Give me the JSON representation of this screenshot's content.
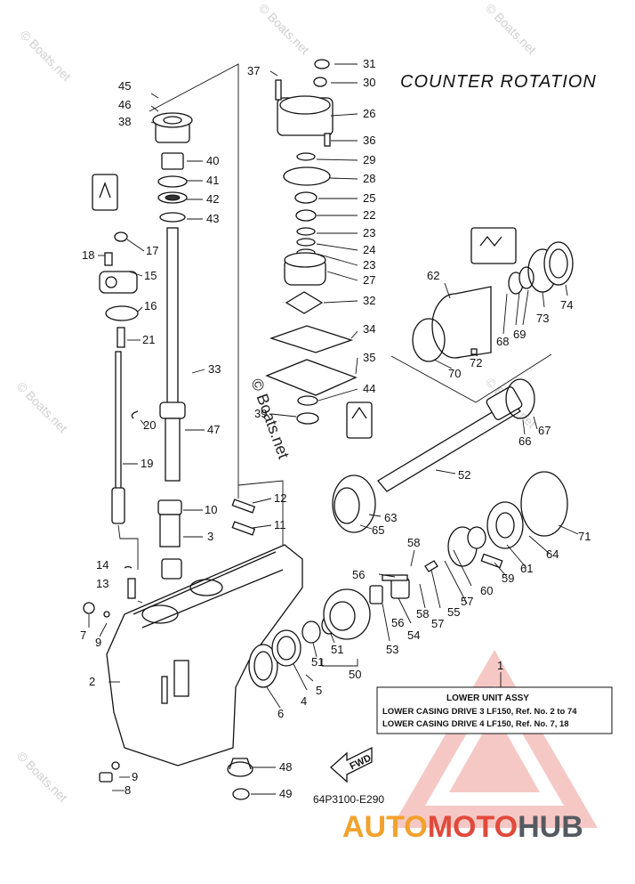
{
  "title": "COUNTER ROTATION",
  "diagram_code": "64P3100-E290",
  "fwd_label": "FWD",
  "copyright_mark": "© Boats.net",
  "watermark": "© Boats.net",
  "brand": {
    "part1": "AUTO",
    "part2": "MOTO",
    "part3": "HUB"
  },
  "info_box": {
    "callout": "1",
    "heading": "LOWER UNIT ASSY",
    "line1": "LOWER CASING DRIVE 3 LF150, Ref. No. 2 to 74",
    "line2": "LOWER CASING DRIVE 4 LF150, Ref. No. 7, 18"
  },
  "callouts": [
    "2",
    "3",
    "4",
    "5",
    "6",
    "7",
    "8",
    "9",
    "10",
    "11",
    "12",
    "13",
    "14",
    "15",
    "16",
    "17",
    "18",
    "19",
    "20",
    "21",
    "22",
    "23",
    "24",
    "25",
    "26",
    "27",
    "28",
    "29",
    "30",
    "31",
    "32",
    "33",
    "34",
    "35",
    "36",
    "37",
    "38",
    "39",
    "40",
    "41",
    "42",
    "43",
    "44",
    "45",
    "46",
    "47",
    "48",
    "49",
    "50",
    "51",
    "52",
    "53",
    "54",
    "55",
    "56",
    "57",
    "58",
    "59",
    "60",
    "61",
    "62",
    "63",
    "64",
    "65",
    "66",
    "67",
    "68",
    "69",
    "70",
    "71",
    "72",
    "73",
    "74"
  ]
}
